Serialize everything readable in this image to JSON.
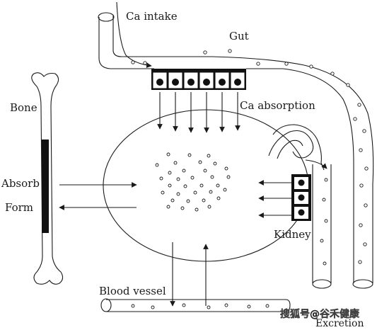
{
  "labels": {
    "ca_intake": "Ca intake",
    "gut": "Gut",
    "bone": "Bone",
    "ca_absorption": "Ca absorption",
    "absorb": "Absorb",
    "form": "Form",
    "kidney": "Kidney",
    "blood_vessel": "Blood vessel",
    "excretion": "Excretion"
  },
  "watermark": "搜狐号@谷禾健康",
  "colors": {
    "line": "#1a1a1a",
    "background": "#ffffff",
    "watermark": "#ffffff"
  }
}
